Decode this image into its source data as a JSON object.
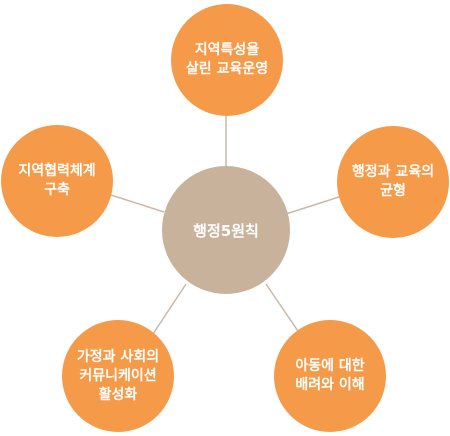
{
  "diagram": {
    "center": {
      "label": "행정5원칙"
    },
    "nodes": [
      {
        "id": "top",
        "label": "지역특성을\n살린 교육운영"
      },
      {
        "id": "right",
        "label": "행정과 교육의\n균형"
      },
      {
        "id": "bottom-right",
        "label": "아동에 대한\n배려와 이해"
      },
      {
        "id": "bottom-left",
        "label": "가정과 사회의\n커뮤니케이션\n활성화"
      },
      {
        "id": "left",
        "label": "지역협력체계\n구축"
      }
    ],
    "colors": {
      "center": "#c9b29b",
      "node": "#f59a48",
      "connector": "#c9b8a8"
    }
  }
}
